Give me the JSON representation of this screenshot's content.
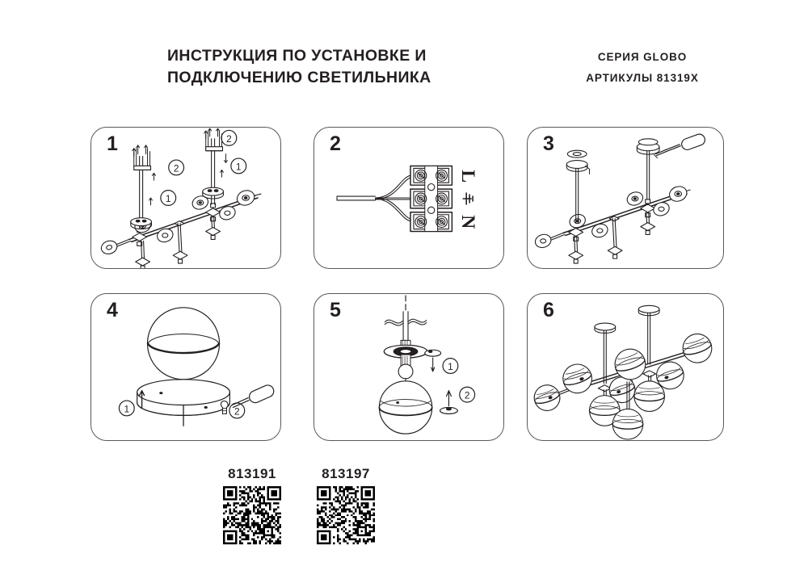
{
  "header": {
    "title_line1": "ИНСТРУКЦИЯ ПО УСТАНОВКЕ И",
    "title_line2": "ПОДКЛЮЧЕНИЮ СВЕТИЛЬНИКА",
    "series_label": "СЕРИЯ GLOBO",
    "article_label": "АРТИКУЛЫ 81319X"
  },
  "steps": [
    {
      "number": "1",
      "callouts": [
        "1",
        "2"
      ],
      "description": "Сборка каркаса: установка вертикальных штанг на крестовины"
    },
    {
      "number": "2",
      "callouts": [],
      "terminal_labels": {
        "live": "L",
        "earth": "earth-symbol",
        "neutral": "N"
      },
      "description": "Подключение проводов к клеммной колодке L / заземление / N"
    },
    {
      "number": "3",
      "callouts": [],
      "description": "Крепление потолочных чашек на штанги каркаса"
    },
    {
      "number": "4",
      "callouts": [
        "1",
        "2"
      ],
      "description": "Установка стеклянного плафона на кольцо и фиксация винтом отверткой"
    },
    {
      "number": "5",
      "callouts": [
        "1",
        "2"
      ],
      "description": "Монтаж подвеса: фиксация декоративной чашки и плафона"
    },
    {
      "number": "6",
      "callouts": [],
      "description": "Собранный светильник GLOBO со всеми плафонами"
    }
  ],
  "codes": [
    {
      "label": "813191",
      "qr_name": "qr-code-813191"
    },
    {
      "label": "813197",
      "qr_name": "qr-code-813197"
    }
  ],
  "colors": {
    "ink": "#231f20",
    "panel_border": "#58595b",
    "line": "#231f20",
    "background": "#ffffff"
  }
}
